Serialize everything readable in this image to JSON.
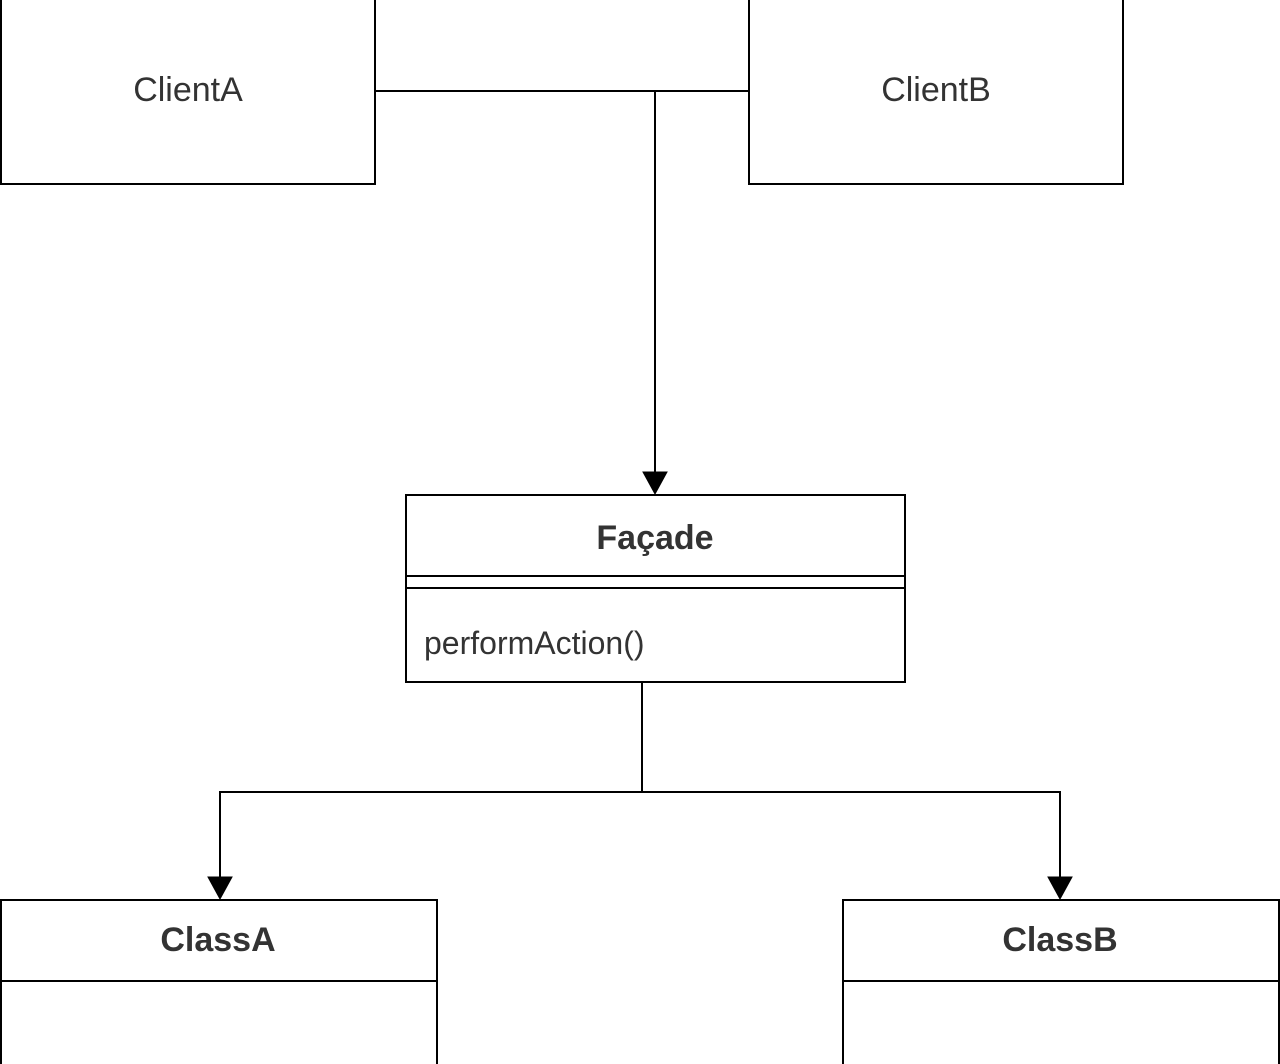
{
  "nodes": {
    "client_a": {
      "label": "ClientA"
    },
    "client_b": {
      "label": "ClientB"
    },
    "facade": {
      "label": "Façade",
      "methods": [
        "performAction()"
      ]
    },
    "class_a": {
      "label": "ClassA"
    },
    "class_b": {
      "label": "ClassB"
    }
  },
  "edges": [
    {
      "from": "client_a",
      "to": "facade",
      "type": "association-arrow"
    },
    {
      "from": "client_b",
      "to": "facade",
      "type": "association-arrow"
    },
    {
      "from": "facade",
      "to": "class_a",
      "type": "association-arrow"
    },
    {
      "from": "facade",
      "to": "class_b",
      "type": "association-arrow"
    }
  ],
  "colors": {
    "stroke": "#000000",
    "fill": "#ffffff",
    "text": "#333333"
  }
}
